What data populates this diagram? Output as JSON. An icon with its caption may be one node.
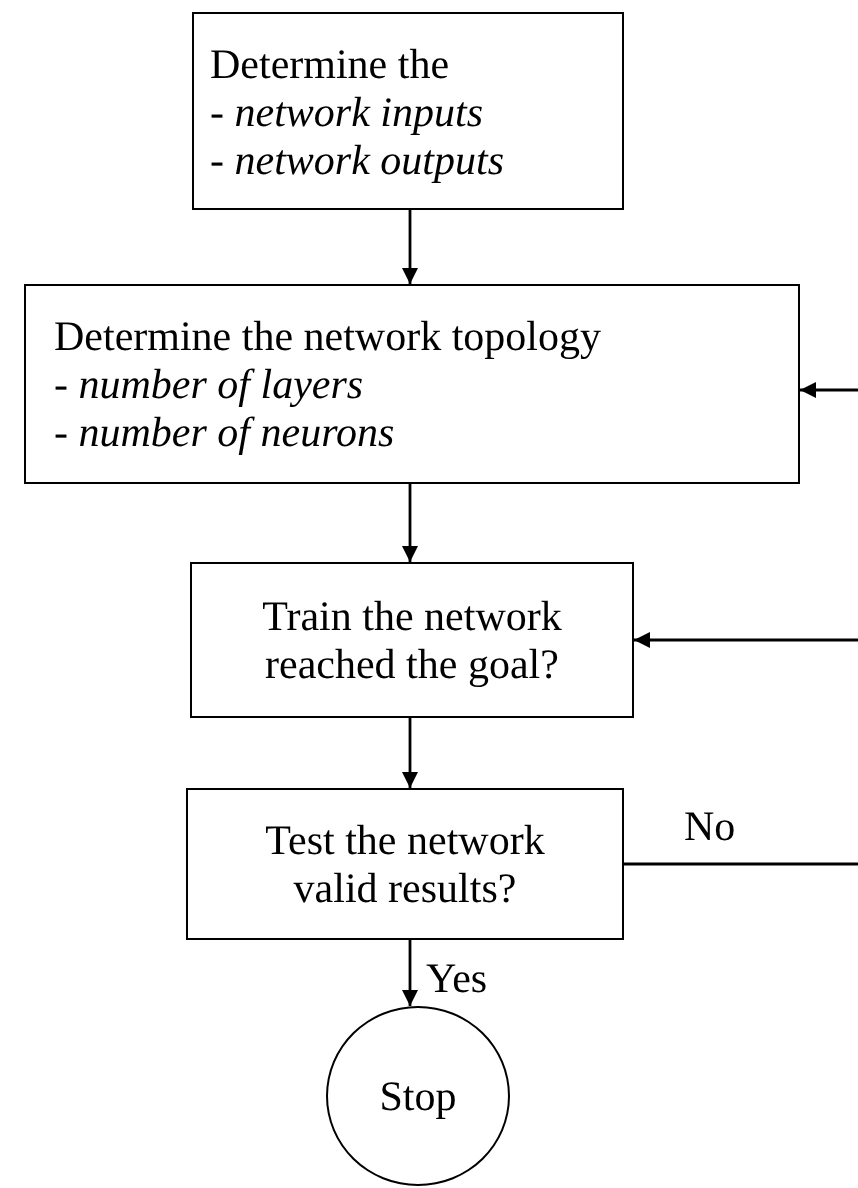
{
  "diagram": {
    "nodes": [
      {
        "text": [
          "Determine the",
          "- *network inputs*",
          "- *network outputs*"
        ]
      },
      {
        "text": [
          "Determine the network topology",
          "- *number of layers*",
          "- *number of neurons*"
        ]
      },
      {
        "text": [
          "Train the network",
          "reached the goal?"
        ]
      },
      {
        "text": [
          "Test the network",
          "valid results?"
        ]
      },
      {
        "text": [
          "Stop"
        ]
      }
    ],
    "edges": [
      {
        "from": 0,
        "to": 1,
        "arrow": "to"
      },
      {
        "from": 1,
        "to": 2,
        "arrow": "to"
      },
      {
        "from": 2,
        "to": 3,
        "arrow": "to"
      },
      {
        "from": 3,
        "to": 4,
        "arrow": "to",
        "label": "Yes"
      },
      {
        "from": null,
        "to": 1,
        "arrow": "to"
      },
      {
        "from": null,
        "to": 2,
        "arrow": "to"
      },
      {
        "from": 3,
        "to": null,
        "arrow": "none",
        "label": "No"
      }
    ]
  }
}
